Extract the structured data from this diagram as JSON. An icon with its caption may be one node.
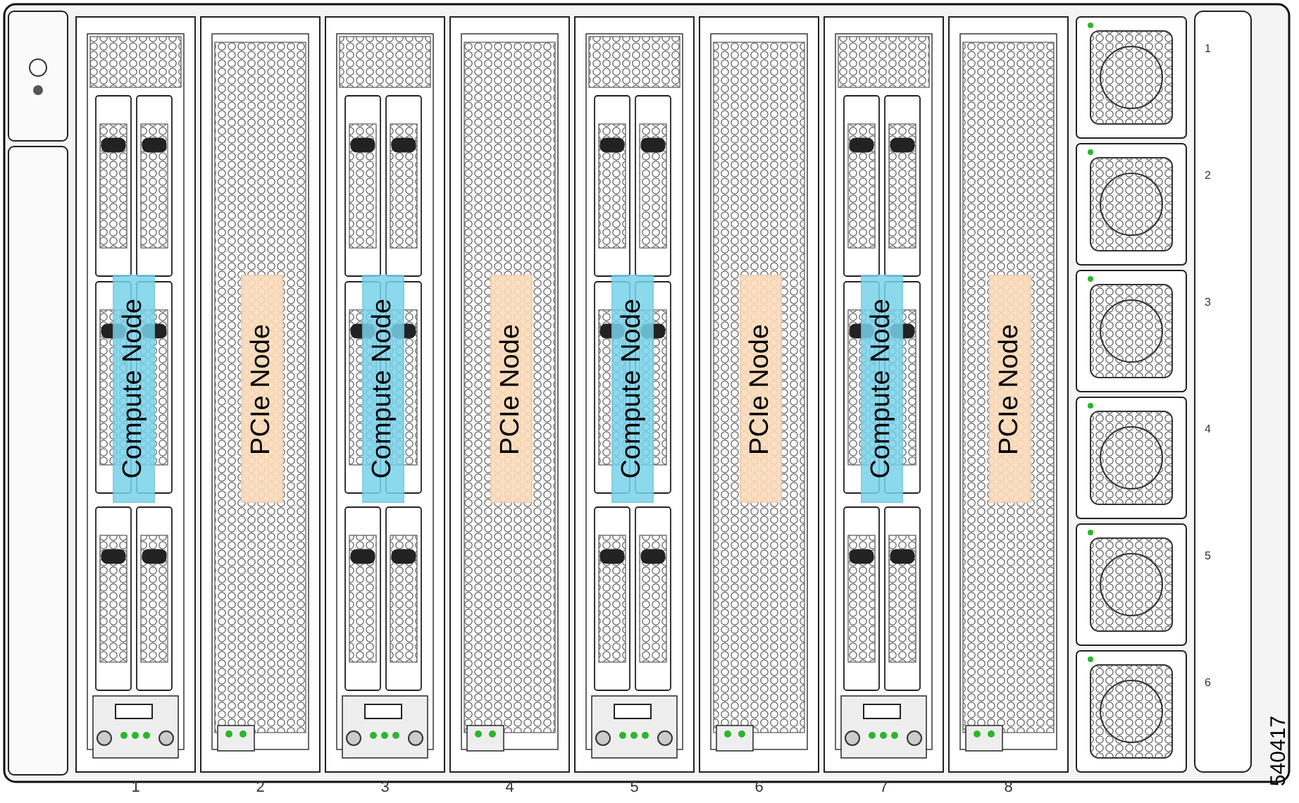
{
  "diagram": {
    "nodes": [
      {
        "text": [
          "Compute Node"
        ]
      },
      {
        "text": [
          "PCIe Node"
        ]
      },
      {
        "text": [
          "Compute Node"
        ]
      },
      {
        "text": [
          "PCIe Node"
        ]
      },
      {
        "text": [
          "Compute Node"
        ]
      },
      {
        "text": [
          "PCIe Node"
        ]
      },
      {
        "text": [
          "Compute Node"
        ]
      },
      {
        "text": [
          "PCIe Node"
        ]
      }
    ],
    "edges": [],
    "labels": [
      "1",
      "2",
      "3",
      "4",
      "5",
      "6",
      "7",
      "8",
      "1",
      "2",
      "3",
      "4",
      "5",
      "6",
      "540417"
    ]
  }
}
